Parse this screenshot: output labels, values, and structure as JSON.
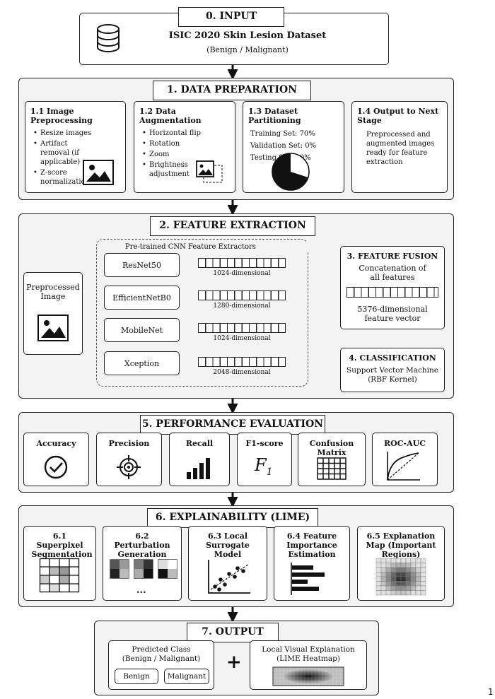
{
  "stage0": {
    "tab": "0. INPUT",
    "dataset": "ISIC 2020 Skin Lesion Dataset",
    "classes": "(Benign / Malignant)"
  },
  "stage1": {
    "tab": "1. DATA PREPARATION",
    "b1": {
      "title": "1.1 Image Preprocessing",
      "items": [
        "Resize images",
        "Artifact removal (if applicable)",
        "Z-score normalization"
      ]
    },
    "b2": {
      "title": "1.2 Data Augmentation",
      "items": [
        "Horizontal flip",
        "Rotation",
        "Zoom",
        "Brightness adjustment"
      ]
    },
    "b3": {
      "title": "1.3 Dataset Partitioning",
      "train": "Training Set:  70%",
      "val": "Validation Set:  0%",
      "test": "Testing Set:  30%",
      "train_fraction": 0.7
    },
    "b4": {
      "title": "1.4 Output to Next Stage",
      "text": "Preprocessed and augmented images ready for feature extraction"
    }
  },
  "stage2": {
    "tab": "2. FEATURE EXTRACTION",
    "input": "Preprocessed Image",
    "group_label": "Pre-trained CNN Feature Extractors",
    "models": [
      {
        "name": "ResNet50",
        "dim": "1024-dimensional"
      },
      {
        "name": "EfficientNetB0",
        "dim": "1280-dimensional"
      },
      {
        "name": "MobileNet",
        "dim": "1024-dimensional"
      },
      {
        "name": "Xception",
        "dim": "2048-dimensional"
      }
    ],
    "fusion": {
      "title": "3. FEATURE FUSION",
      "text": "Concatenation of all features",
      "dim": "5376-dimensional feature vector"
    },
    "classification": {
      "title": "4. CLASSIFICATION",
      "text": "Support Vector Machine (RBF Kernel)"
    }
  },
  "stage5": {
    "tab": "5. PERFORMANCE EVALUATION",
    "metrics": [
      {
        "label": "Accuracy",
        "icon": "check-circle-icon"
      },
      {
        "label": "Precision",
        "icon": "target-icon"
      },
      {
        "label": "Recall",
        "icon": "bar-chart-icon"
      },
      {
        "label": "F1-score",
        "icon": "f1-symbol-icon"
      },
      {
        "label": "Confusion Matrix",
        "icon": "grid-icon"
      },
      {
        "label": "ROC-AUC",
        "icon": "roc-curve-icon"
      }
    ],
    "f1_symbol": "F",
    "f1_sub": "1"
  },
  "stage6": {
    "tab": "6. EXPLAINABILITY (LIME)",
    "steps": [
      {
        "title": "6.1 Superpixel Segmentation"
      },
      {
        "title": "6.2 Perturbation Generation",
        "ellipsis": "..."
      },
      {
        "title": "6.3 Local Surrogate Model"
      },
      {
        "title": "6.4 Feature Importance Estimation"
      },
      {
        "title": "6.5 Explanation Map (Important Regions)"
      }
    ]
  },
  "stage7": {
    "tab": "7. OUTPUT",
    "predicted": {
      "title": "Predicted Class (Benign / Malignant)",
      "opt1": "Benign",
      "opt2": "Malignant"
    },
    "plus": "+",
    "explanation": {
      "title": "Local Visual Explanation (LIME Heatmap)"
    }
  },
  "page_number": "1"
}
